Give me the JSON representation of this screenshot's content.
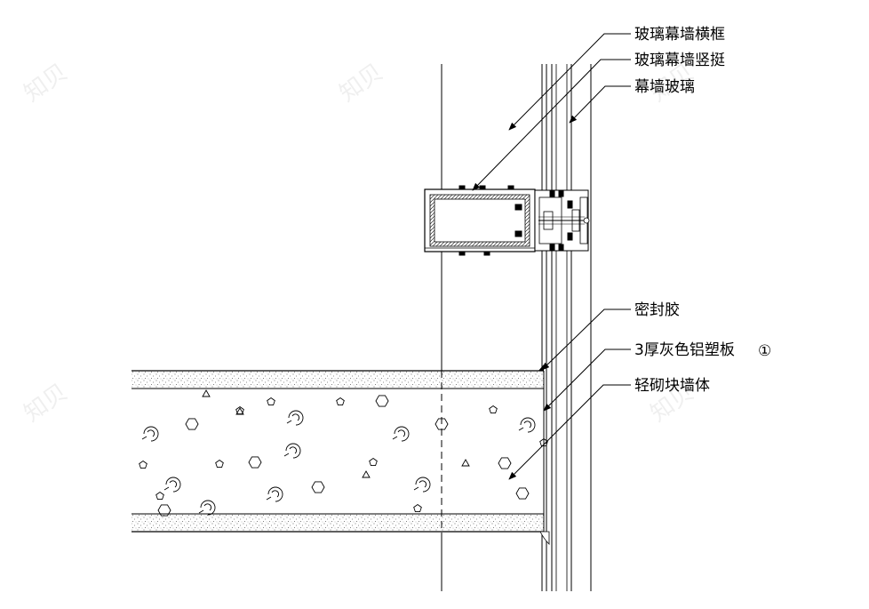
{
  "labels": {
    "transom": "玻璃幕墙横框",
    "mullion": "玻璃幕墙竖挺",
    "glass": "幕墙玻璃",
    "sealant": "密封胶",
    "panel": "3厚灰色铝塑板",
    "panel_marker": "①",
    "wall": "轻砌块墙体"
  },
  "watermark": {
    "text": "知贝"
  },
  "colors": {
    "line": "#000000",
    "background": "#ffffff",
    "stipple": "#555555"
  }
}
